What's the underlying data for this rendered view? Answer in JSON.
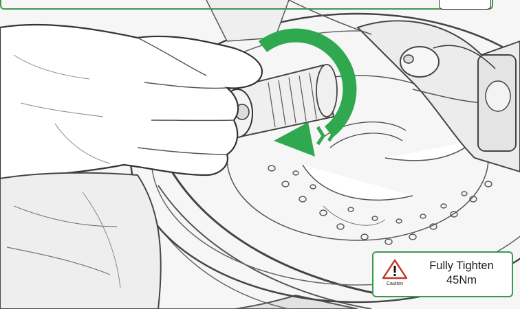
{
  "caution_card": {
    "icon_name": "warning-triangle-icon",
    "icon_label": "Caution",
    "instruction": "Fully Tighten",
    "torque": "45Nm",
    "border_color": "#3a9a4a",
    "icon_color": "#c0392b"
  },
  "direction_arrow": {
    "icon_name": "clockwise-rotation-arrow-icon",
    "color": "#2fa84f"
  },
  "illustration": {
    "subject": "hand tightening front wheel axle bolt with torque wrench socket, brake disc and fork visible"
  }
}
